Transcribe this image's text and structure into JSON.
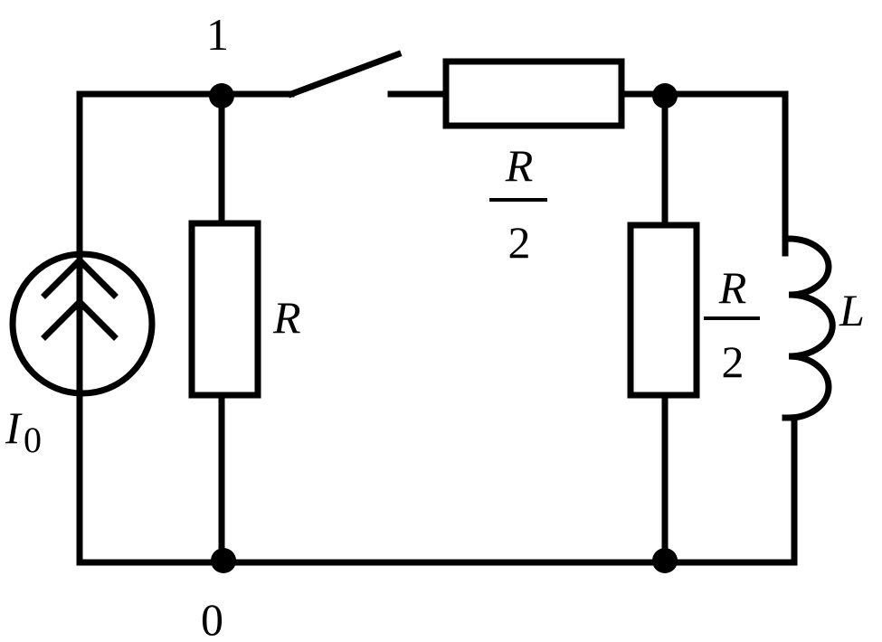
{
  "diagram": {
    "type": "electric-circuit",
    "nodes": {
      "top_left": "1",
      "bottom_left": "0"
    },
    "source": {
      "symbol": "I",
      "subscript": "0"
    },
    "resistor_left": {
      "label": "R"
    },
    "resistor_series": {
      "numerator": "R",
      "denominator": "2"
    },
    "resistor_right": {
      "numerator": "R",
      "denominator": "2"
    },
    "inductor": {
      "label": "L"
    }
  }
}
